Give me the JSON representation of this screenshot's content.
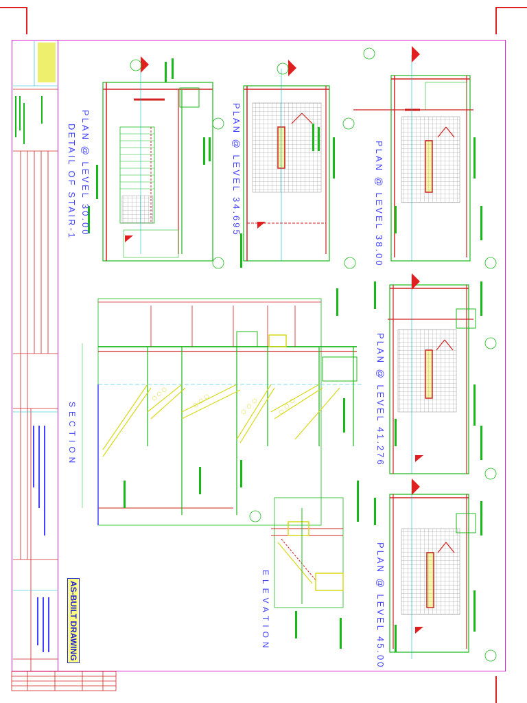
{
  "sheet": {
    "stamp": "AS-BUILT DRAWING"
  },
  "views": {
    "stair_detail": "DETAIL OF STAIR-1",
    "plan_30": "PLAN @ LEVEL 30.00",
    "plan_34": "PLAN @ LEVEL 34.695",
    "plan_38": "PLAN @ LEVEL 38.00",
    "plan_41": "PLAN @ LEVEL 41.276",
    "plan_45": "PLAN @ LEVEL 45.00",
    "section": "SECTION",
    "elevation": "ELEVATION"
  },
  "colors": {
    "frame": "#e020e0",
    "wall": "#d02020",
    "outline": "#18b818",
    "hatch": "#d8d818",
    "grid": "#00b8c8",
    "title": "#4040ff"
  }
}
